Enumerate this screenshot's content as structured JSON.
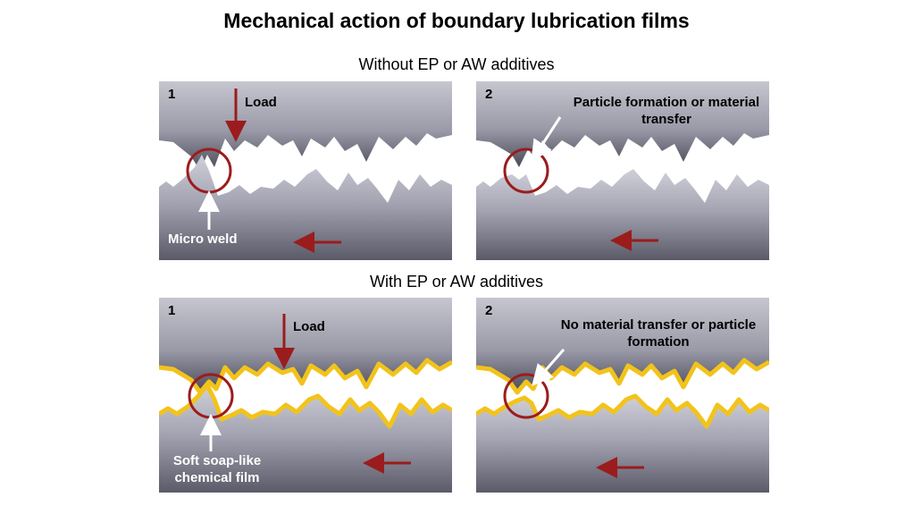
{
  "title": "Mechanical action of boundary lubrication films",
  "sections": [
    {
      "heading": "Without EP or AW additives",
      "panels": [
        {
          "number": "1",
          "top_label": "Load",
          "bottom_label": "Micro weld"
        },
        {
          "number": "2",
          "top_label": "Particle formation or material transfer"
        }
      ]
    },
    {
      "heading": "With EP or AW additives",
      "panels": [
        {
          "number": "1",
          "top_label": "Load",
          "bottom_label": "Soft soap-like chemical film"
        },
        {
          "number": "2",
          "top_label": "No material transfer or particle formation"
        }
      ]
    }
  ],
  "colors": {
    "metal_light": "#b4b4c1",
    "metal_dark": "#4d4d5c",
    "arrow": "#9b1c1c",
    "circle": "#9b1c1c",
    "film": "#f2c31b"
  }
}
